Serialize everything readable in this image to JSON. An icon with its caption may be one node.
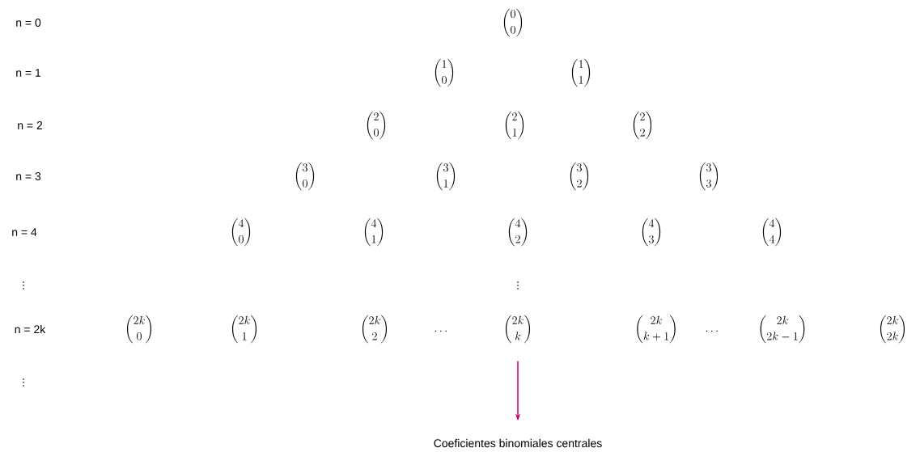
{
  "diagram": {
    "nodes": [
      {
        "text": [
          "\\binom{2k}{k}"
        ]
      },
      {
        "text": [
          "Coeficientes binomiales centrales"
        ]
      }
    ],
    "edges": [
      {
        "from": 0,
        "to": 1,
        "arrow": "to",
        "color": "#c8006e"
      }
    ],
    "labels": [
      "n = 0",
      "\\binom{0}{0}",
      "n = 1",
      "\\binom{1}{0}",
      "\\binom{1}{1}",
      "n = 2",
      "\\binom{2}{0}",
      "\\binom{2}{1}",
      "\\binom{2}{2}",
      "n = 3",
      "\\binom{3}{0}",
      "\\binom{3}{1}",
      "\\binom{3}{2}",
      "\\binom{3}{3}",
      "n = 4",
      "\\binom{4}{0}",
      "\\binom{4}{1}",
      "\\binom{4}{2}",
      "\\binom{4}{3}",
      "\\binom{4}{4}",
      "\\vdots",
      "\\vdots",
      "n = 2k",
      "\\binom{2k}{0}",
      "\\binom{2k}{1}",
      "\\binom{2k}{2}",
      "\\cdots",
      "\\binom{2k}{k+1}",
      "\\cdots",
      "\\binom{2k}{2k-1}",
      "\\binom{2k}{2k}",
      "\\vdots"
    ]
  }
}
